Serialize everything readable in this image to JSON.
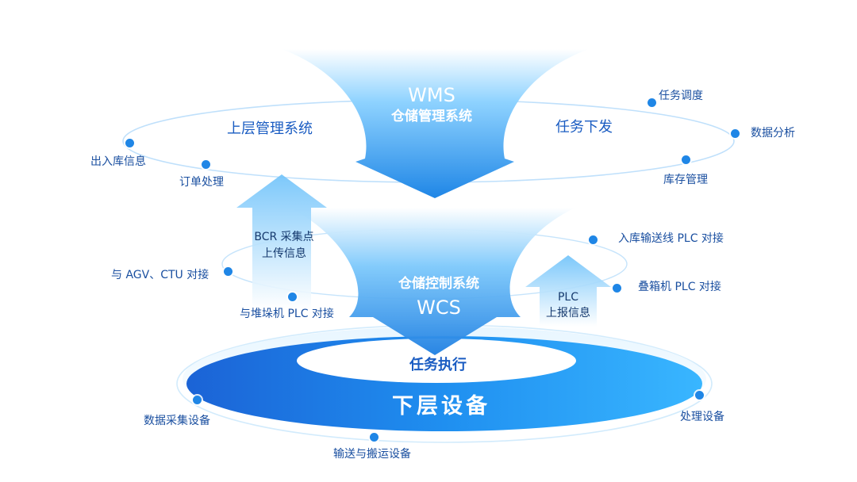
{
  "colors": {
    "accent": "#1f86e6",
    "deep": "#1a5cc2",
    "light": "#bfe6ff"
  },
  "wms": {
    "code": "WMS",
    "name": "仓储管理系统"
  },
  "wcs": {
    "name": "仓储控制系统",
    "code": "WCS"
  },
  "upper": {
    "left_title": "上层管理系统",
    "right_title": "任务下发"
  },
  "upper_nodes": [
    "出入库信息",
    "订单处理",
    "任务调度",
    "数据分析",
    "库存管理"
  ],
  "middle_nodes": [
    "与 AGV、CTU 对接",
    "与堆垛机 PLC 对接",
    "入库输送线 PLC 对接",
    "叠箱机 PLC 对接"
  ],
  "bcr_arrow": {
    "line1": "BCR 采集点",
    "line2": "上传信息"
  },
  "plc_arrow": {
    "line1": "PLC",
    "line2": "上报信息"
  },
  "bottom": {
    "exec_label": "任务执行",
    "title": "下层设备"
  },
  "bottom_nodes": [
    "数据采集设备",
    "处理设备",
    "输送与搬运设备"
  ]
}
